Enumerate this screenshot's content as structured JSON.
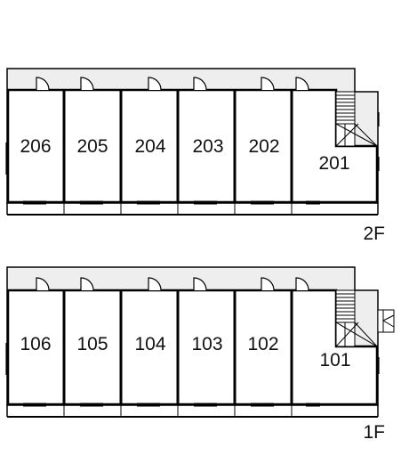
{
  "floors": [
    {
      "label": "2F",
      "rooms": [
        {
          "number": "206"
        },
        {
          "number": "205"
        },
        {
          "number": "204"
        },
        {
          "number": "203"
        },
        {
          "number": "202"
        },
        {
          "number": "201"
        }
      ]
    },
    {
      "label": "1F",
      "rooms": [
        {
          "number": "106"
        },
        {
          "number": "105"
        },
        {
          "number": "104"
        },
        {
          "number": "103"
        },
        {
          "number": "102"
        },
        {
          "number": "101"
        }
      ]
    }
  ],
  "colors": {
    "wall": "#000000",
    "corridor": "#eeeeee",
    "room": "#ffffff",
    "text": "#111111"
  },
  "icons": [
    "door-swing-icon",
    "staircase-icon",
    "entrance-steps-icon"
  ]
}
